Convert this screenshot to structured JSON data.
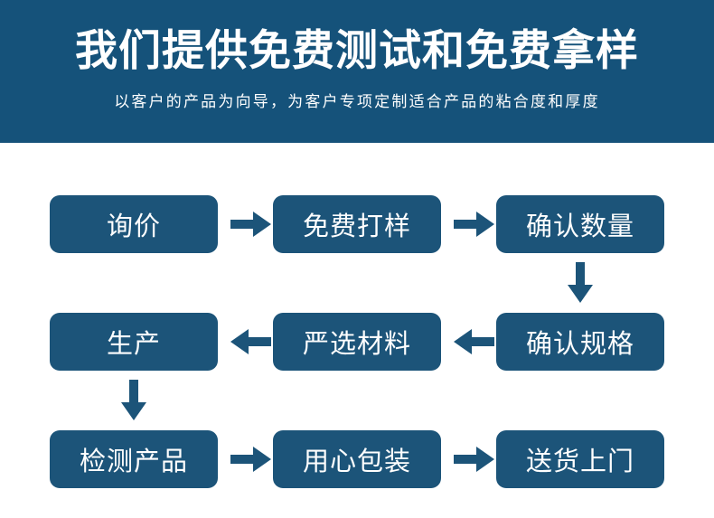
{
  "banner": {
    "title": "我们提供免费测试和免费拿样",
    "subtitle": "以客户的产品为向导，为客户专项定制适合产品的粘合度和厚度",
    "background_color": "#15527a",
    "text_color": "#ffffff"
  },
  "flow": {
    "node_color": "#1c5479",
    "node_text_color": "#ffffff",
    "arrow_color": "#1c5479",
    "rows": [
      {
        "direction": "left-to-right",
        "nodes": [
          {
            "label": "询价"
          },
          {
            "label": "免费打样"
          },
          {
            "label": "确认数量"
          }
        ],
        "connectors": [
          {
            "icon": "arrow-right-icon"
          },
          {
            "icon": "arrow-right-icon"
          }
        ]
      },
      {
        "direction": "right-to-left",
        "nodes": [
          {
            "label": "生产"
          },
          {
            "label": "严选材料"
          },
          {
            "label": "确认规格"
          }
        ],
        "connectors": [
          {
            "icon": "arrow-left-icon"
          },
          {
            "icon": "arrow-left-icon"
          }
        ]
      },
      {
        "direction": "left-to-right",
        "nodes": [
          {
            "label": "检测产品"
          },
          {
            "label": "用心包装"
          },
          {
            "label": "送货上门"
          }
        ],
        "connectors": [
          {
            "icon": "arrow-right-icon"
          },
          {
            "icon": "arrow-right-icon"
          }
        ]
      }
    ],
    "row_connectors": [
      {
        "icon": "arrow-down-icon",
        "position": "right"
      },
      {
        "icon": "arrow-down-icon",
        "position": "left"
      }
    ]
  }
}
